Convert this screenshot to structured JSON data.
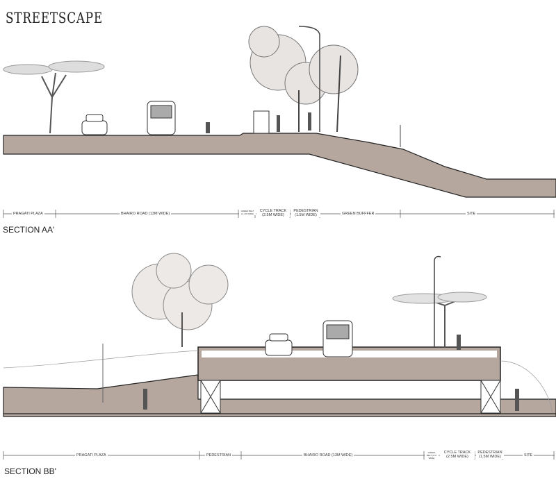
{
  "title": "STREETSCAPE",
  "section_aa": {
    "label": "SECTION AA'",
    "zones": [
      "PRAGATI PLAZA",
      "BHAIRO ROAD (13M WIDE)",
      "GREEN BELT (1.1 M WIDE)",
      "CYCLE TRACK (2.5M WIDE)",
      "PEDESTRIAN (1.5M WIDE)",
      "GREEN BUFFFER",
      "SITE"
    ]
  },
  "section_bb": {
    "label": "SECTION BB'",
    "zones": [
      "PRAGATI PLAZA",
      "PEDESTRIAN",
      "BHAIRO ROAD (13M WIDE)",
      "GREEN BELT (1 M WIDE)",
      "CYCLE TRACK (2.5M WIDE)",
      "PEDESTRIAN (1.5M WIDE)",
      "SITE"
    ]
  },
  "colors": {
    "ground": "#b5a79e",
    "line": "#222222"
  }
}
